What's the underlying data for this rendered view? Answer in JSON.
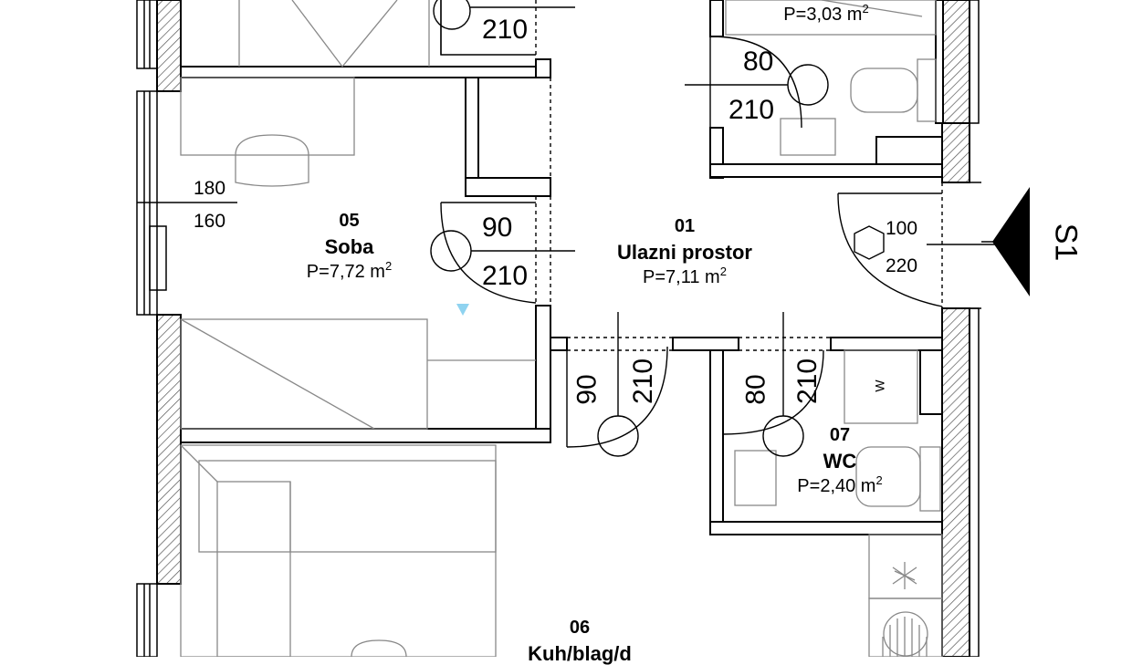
{
  "rooms": [
    {
      "id": "room-05",
      "number": "05",
      "name": "Soba",
      "area": "P=7,72 m",
      "area_sup": "2"
    },
    {
      "id": "room-01",
      "number": "01",
      "name": "Ulazni prostor",
      "area": "P=7,11 m",
      "area_sup": "2"
    },
    {
      "id": "room-07",
      "number": "07",
      "name": "WC",
      "area": "P=2,40 m",
      "area_sup": "2"
    },
    {
      "id": "room-06",
      "number": "06",
      "name": "Kuh/blag/d",
      "area": "",
      "area_sup": ""
    },
    {
      "id": "room-top",
      "number": "",
      "name": "",
      "area": "P=3,03 m",
      "area_sup": "2"
    }
  ],
  "dimensions": {
    "top_left_door_height": "210",
    "bath_door_width": "80",
    "bath_door_height": "210",
    "window_width": "180",
    "window_height": "160",
    "soba_door_width": "90",
    "soba_door_height": "210",
    "entrance_door_width": "100",
    "entrance_door_height": "220",
    "kitchen_door_width": "90",
    "kitchen_door_height": "210",
    "wc_door_width": "80",
    "wc_door_height": "210"
  },
  "section_label": "S1",
  "appliance_label": "W",
  "colors": {
    "wall_hatch": "#555555",
    "line": "#000000",
    "furniture": "#888888",
    "marker": "#8fd3f0"
  }
}
